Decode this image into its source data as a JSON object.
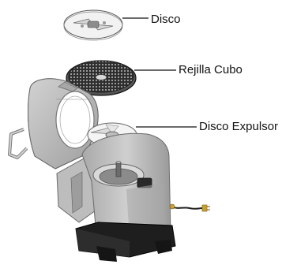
{
  "labels": {
    "disco": "Disco",
    "rejilla_cubo": "Rejilla Cubo",
    "disco_expulsor": "Disco Expulsor"
  },
  "colors": {
    "body_gray": "#b9b9b9",
    "body_dark": "#8f8f8f",
    "base_black": "#1e1e1e",
    "grid_dark": "#3a3a3a",
    "disc_light": "#efefef",
    "cord": "#222222",
    "plug": "#c8a03a"
  }
}
